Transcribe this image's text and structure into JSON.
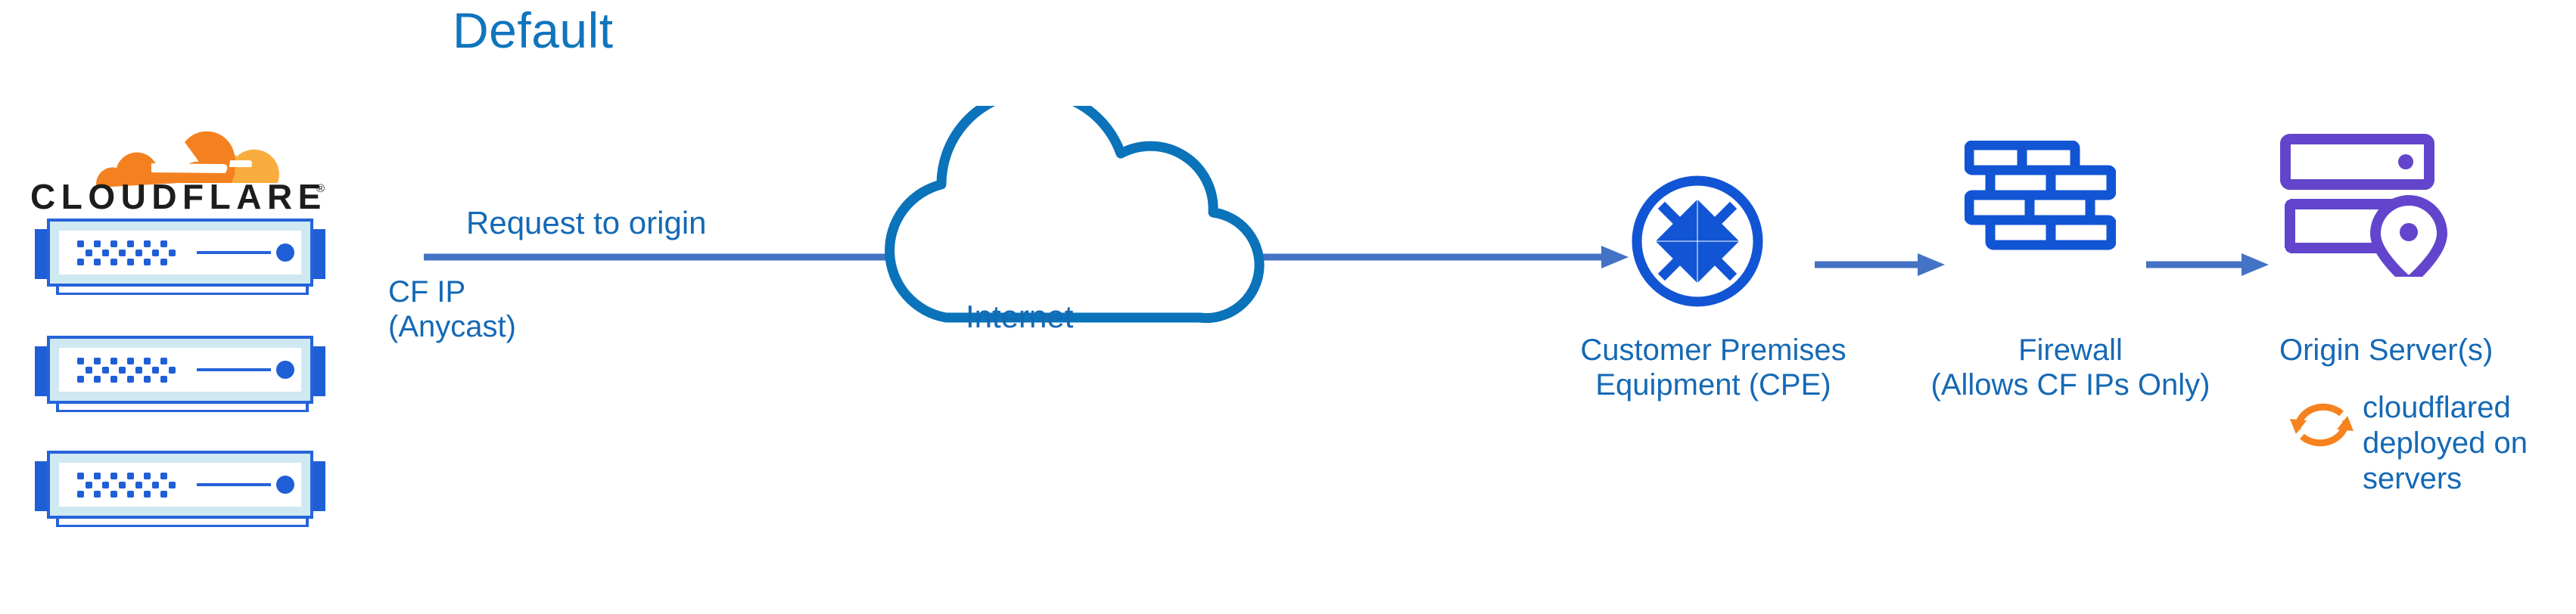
{
  "title": "Default",
  "colors": {
    "title_blue": "#1075BC",
    "label_blue": "#1569B5",
    "cloud_stroke_blue": "#0A73BA",
    "arrow_blue": "#4472C4",
    "icon_bright_blue": "#1155D5",
    "origin_purple": "#6245CC",
    "cloudflare_orange": "#F48120",
    "cloudflare_orange_light": "#FAAD3F",
    "cloudflared_orange": "#F6821F",
    "rack_frame_blue": "#2563D9",
    "rack_panel_cyan": "#CFE9F2"
  },
  "logo": {
    "wordmark": "CLOUDFLARE",
    "trademark": "®",
    "icon_name": "cloudflare-cloud-icon"
  },
  "racks": [
    {
      "name": "cloudflare-edge-server-1"
    },
    {
      "name": "cloudflare-edge-server-2"
    },
    {
      "name": "cloudflare-edge-server-3"
    }
  ],
  "labels": {
    "request_to_origin": "Request to origin",
    "cf_ip": "CF IP\n(Anycast)",
    "internet": "Internet",
    "cpe": "Customer Premises\nEquipment (CPE)",
    "firewall": "Firewall\n(Allows CF IPs Only)",
    "origin_server": "Origin Server(s)",
    "cloudflared": "cloudflared\ndeployed on\nservers"
  },
  "icons": {
    "internet_cloud": "cloud-icon",
    "cpe": "router-four-arrows-icon",
    "firewall": "brick-wall-icon",
    "origin_server": "server-rack-location-pin-icon",
    "cloudflared": "sync-refresh-arrows-icon"
  },
  "connectors": [
    {
      "name": "arrow-edge-to-cpe",
      "label": "Request to origin"
    },
    {
      "name": "arrow-cpe-to-firewall",
      "label": ""
    },
    {
      "name": "arrow-firewall-to-origin",
      "label": ""
    }
  ]
}
